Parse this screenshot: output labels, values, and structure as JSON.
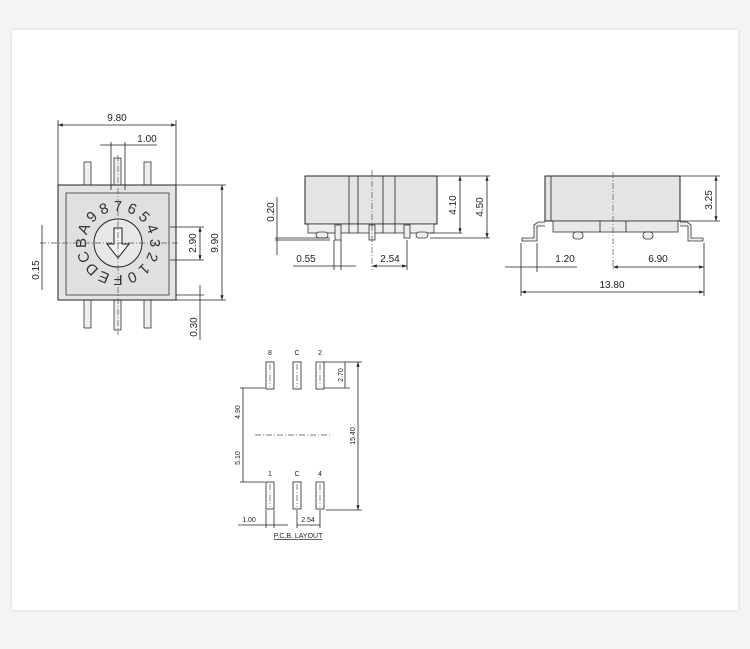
{
  "top_view": {
    "dim_width": "9.80",
    "dim_pin_width": "1.00",
    "dim_height": "9.90",
    "dim_window": "2.90",
    "dim_offset": "0.15",
    "dim_bottom": "0.30",
    "dial_labels": [
      "7",
      "6",
      "5",
      "4",
      "3",
      "2",
      "1",
      "0",
      "F",
      "E",
      "D",
      "C",
      "B",
      "A",
      "9",
      "8"
    ]
  },
  "side_view": {
    "dim_standoff": "0.20",
    "dim_pin": "0.55",
    "dim_pitch": "2.54",
    "dim_body_height": "4.10",
    "dim_total_height": "4.50"
  },
  "end_view": {
    "dim_height": "3.25",
    "dim_lead": "1.20",
    "dim_half": "6.90",
    "dim_total": "13.80"
  },
  "pcb_layout": {
    "title": "P.C.B. LAYOUT",
    "top_pins": [
      "8",
      "C",
      "2"
    ],
    "bottom_pins": [
      "1",
      "C",
      "4"
    ],
    "dim_pad": "2.70",
    "dim_upper": "4.90",
    "dim_lower": "5.10",
    "dim_total": "15.40",
    "dim_pad_width": "1.00",
    "dim_pitch": "2.54"
  }
}
